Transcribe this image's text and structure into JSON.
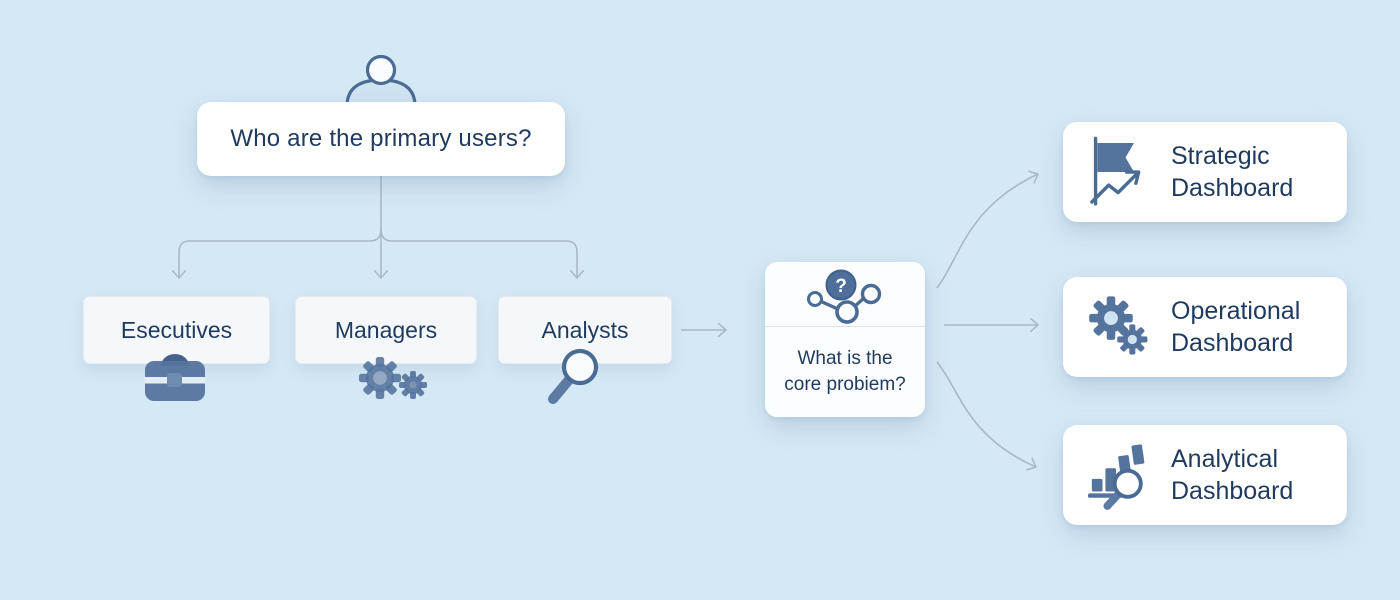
{
  "colors": {
    "bg": "#d5e8f5",
    "card": "#ffffff",
    "card-muted": "#f4f8fb",
    "navy": "#1e3a5f",
    "icon": "#54739d",
    "icon-dark": "#4a6b94",
    "icon-light": "#cfe3f2",
    "line": "#a9b8c5",
    "divider": "#dde3e9",
    "border-muted": "#e4ebf2"
  },
  "root_question": {
    "label": "Who are the primary users?",
    "icon": "person-icon"
  },
  "user_types": [
    {
      "label": "Esecutives",
      "icon": "briefcase-icon"
    },
    {
      "label": "Managers",
      "icon": "gears-icon"
    },
    {
      "label": "Analysts",
      "icon": "magnifier-icon"
    }
  ],
  "core_question": {
    "line1": "What is the",
    "line2": "core probiem?",
    "icon": "question-network-icon",
    "icon_glyph": "?"
  },
  "dashboards": [
    {
      "line1": "Strategic",
      "line2": "Dashboard",
      "icon": "flag-trend-icon"
    },
    {
      "line1": "Operational",
      "line2": "Dashboard",
      "icon": "gears-icon"
    },
    {
      "line1": "Analytical",
      "line2": "Dashboard",
      "icon": "bar-chart-magnifier-icon"
    }
  ]
}
